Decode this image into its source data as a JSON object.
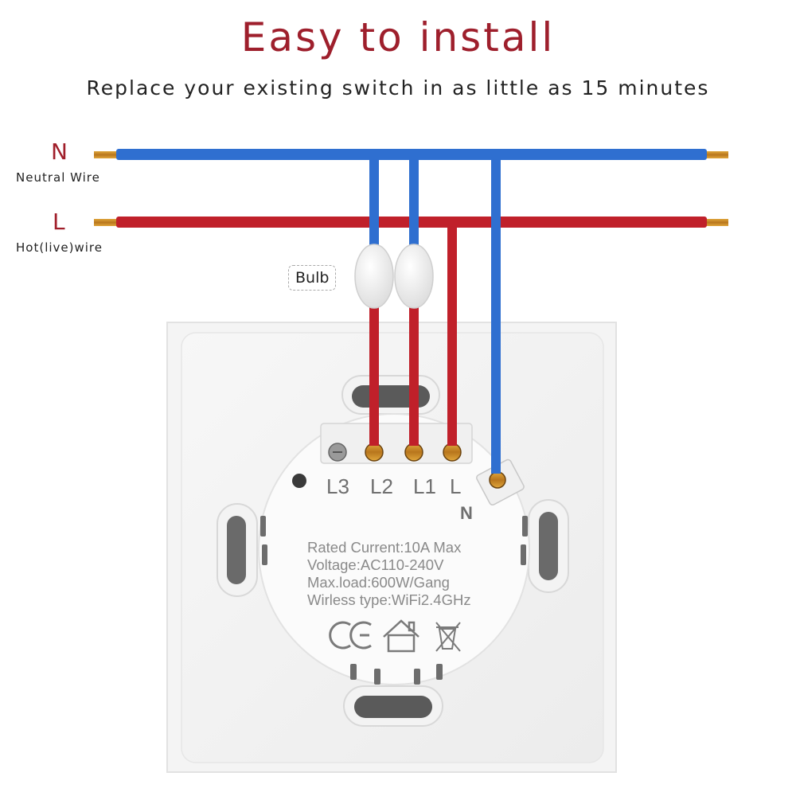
{
  "header": {
    "title": "Easy to install",
    "subtitle": "Replace your existing switch in as little as 15 minutes"
  },
  "wires": {
    "neutral": {
      "letter": "N",
      "name": "Neutral Wire",
      "color": "#2f6fd0"
    },
    "live": {
      "letter": "L",
      "name": "Hot(live)wire",
      "color": "#c0202a"
    }
  },
  "bulb_label": "Bulb",
  "terminals": {
    "l3": "L3",
    "l2": "L2",
    "l1": "L1",
    "l": "L",
    "n": "N"
  },
  "specs": {
    "rated_current": "Rated Current:10A Max",
    "voltage": "Voltage:AC110-240V",
    "max_load": "Max.load:600W/Gang",
    "wireless": "Wirless type:WiFi2.4GHz"
  },
  "certification_icons": [
    "ce-mark-icon",
    "house-icon",
    "weee-crossed-bin-icon"
  ]
}
